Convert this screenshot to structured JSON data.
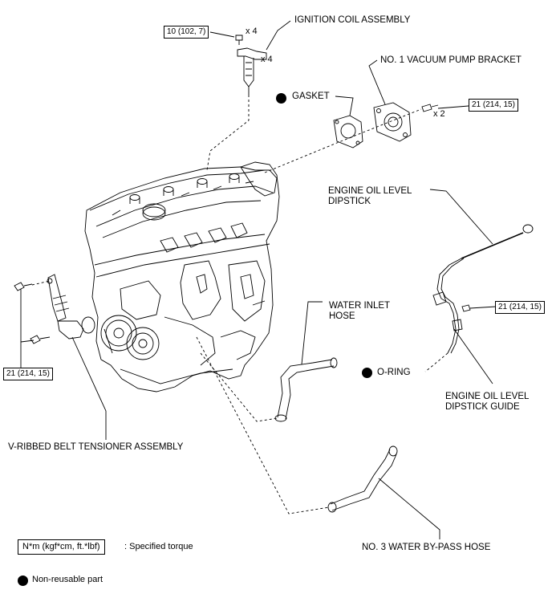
{
  "labels": {
    "ignition_coil": "IGNITION COIL ASSEMBLY",
    "vacuum_bracket": "NO. 1 VACUUM PUMP BRACKET",
    "gasket": "GASKET",
    "dipstick": "ENGINE OIL LEVEL\nDIPSTICK",
    "water_inlet": "WATER INLET\nHOSE",
    "oring": "O-RING",
    "dipstick_guide": "ENGINE OIL LEVEL\nDIPSTICK GUIDE",
    "tensioner": "V-RIBBED BELT TENSIONER ASSEMBLY",
    "bypass": "NO. 3 WATER BY-PASS HOSE"
  },
  "torques": {
    "coil_bolt": "10 (102, 7)",
    "bracket_bolt": "21 (214, 15)",
    "guide_bolt": "21 (214, 15)",
    "tensioner_bolt": "21 (214, 15)"
  },
  "quantities": {
    "coil_bolt": "x 4",
    "coil": "x 4",
    "bracket_bolt": "x 2"
  },
  "legend": {
    "unit": "N*m (kgf*cm, ft.*lbf)",
    "unit_desc": ": Specified torque",
    "nonreusable": "Non-reusable part"
  }
}
